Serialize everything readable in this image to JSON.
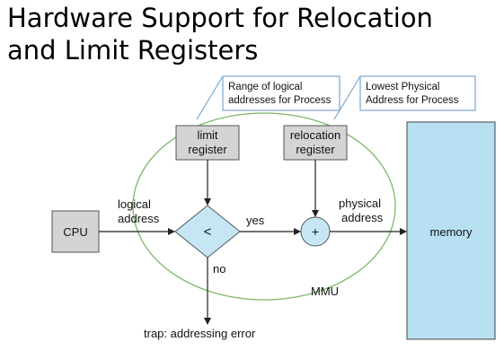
{
  "slide": {
    "title_line1": "Hardware Support for Relocation",
    "title_line2": "and Limit Registers"
  },
  "callouts": {
    "range_line1": "Range of logical",
    "range_line2": "addresses for Process",
    "lowest_line1": "Lowest Physical",
    "lowest_line2": "Address for Process"
  },
  "diagram": {
    "limit_line1": "limit",
    "limit_line2": "register",
    "relocation_line1": "relocation",
    "relocation_line2": "register",
    "cpu": "CPU",
    "logical_line1": "logical",
    "logical_line2": "address",
    "compare_symbol": "<",
    "yes": "yes",
    "no": "no",
    "plus_symbol": "+",
    "physical_line1": "physical",
    "physical_line2": "address",
    "memory": "memory",
    "mmu": "MMU",
    "trap": "trap: addressing error"
  },
  "colors": {
    "register_fill": "#d4d4d4",
    "memory_fill": "#b7e1f3",
    "node_fill": "#c6e6f5",
    "mmu_outline": "#7fb86a",
    "callout_line": "#7da7cf"
  }
}
